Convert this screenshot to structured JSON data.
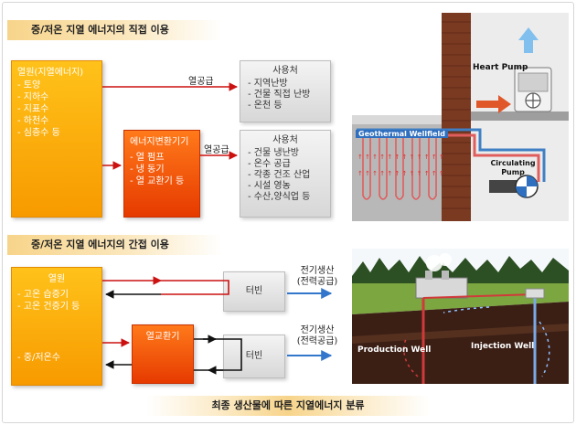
{
  "direct": {
    "title": "중/저온 지열 에너지의 직접 이용",
    "source": {
      "head": "열원(지열에너지)",
      "items": [
        "- 토양",
        "- 지하수",
        "- 지표수",
        "- 하천수",
        "- 심층수 등"
      ]
    },
    "heat_supply_1": "열공급",
    "heat_supply_2": "열공급",
    "user1": {
      "head": "사용처",
      "items": [
        "- 지역난방",
        "- 건물 직접 난방",
        "- 온천 등"
      ]
    },
    "converter": {
      "head": "에너지변환기기",
      "items": [
        "- 열 펌프",
        "- 냉 동기",
        "- 열 교환기 등"
      ]
    },
    "user2": {
      "head": "사용처",
      "items": [
        "- 건물 냉난방",
        "- 온수 공급",
        "- 각종 건조 산업",
        "- 시설 영농",
        "- 수산,양식업 등"
      ]
    },
    "illustration": {
      "heat_pump": "Heart Pump",
      "wellfield": "Geothermal Wellfield",
      "circulating_pump_1": "Circulating",
      "circulating_pump_2": "Pump"
    }
  },
  "indirect": {
    "title": "중/저온 지열 에너지의 간접 이용",
    "source": {
      "head": "열원",
      "items": [
        "- 고온 습증기",
        "- 고온 건증기 등"
      ]
    },
    "source_low": "- 중/저온수",
    "turbine1": "터빈",
    "turbine2": "터빈",
    "heat_exchanger": "열교환기",
    "power1_a": "전기생산",
    "power1_b": "(전력공급)",
    "power2_a": "전기생산",
    "power2_b": "(전력공급)",
    "illustration": {
      "production_well": "Production Well",
      "injection_well": "Injection Well"
    }
  },
  "caption": "최종 생산물에 따른 지열에너지 분류",
  "colors": {
    "hot_line": "#cc1111",
    "cold_line": "#111111",
    "power_arrow": "#3377cc"
  }
}
